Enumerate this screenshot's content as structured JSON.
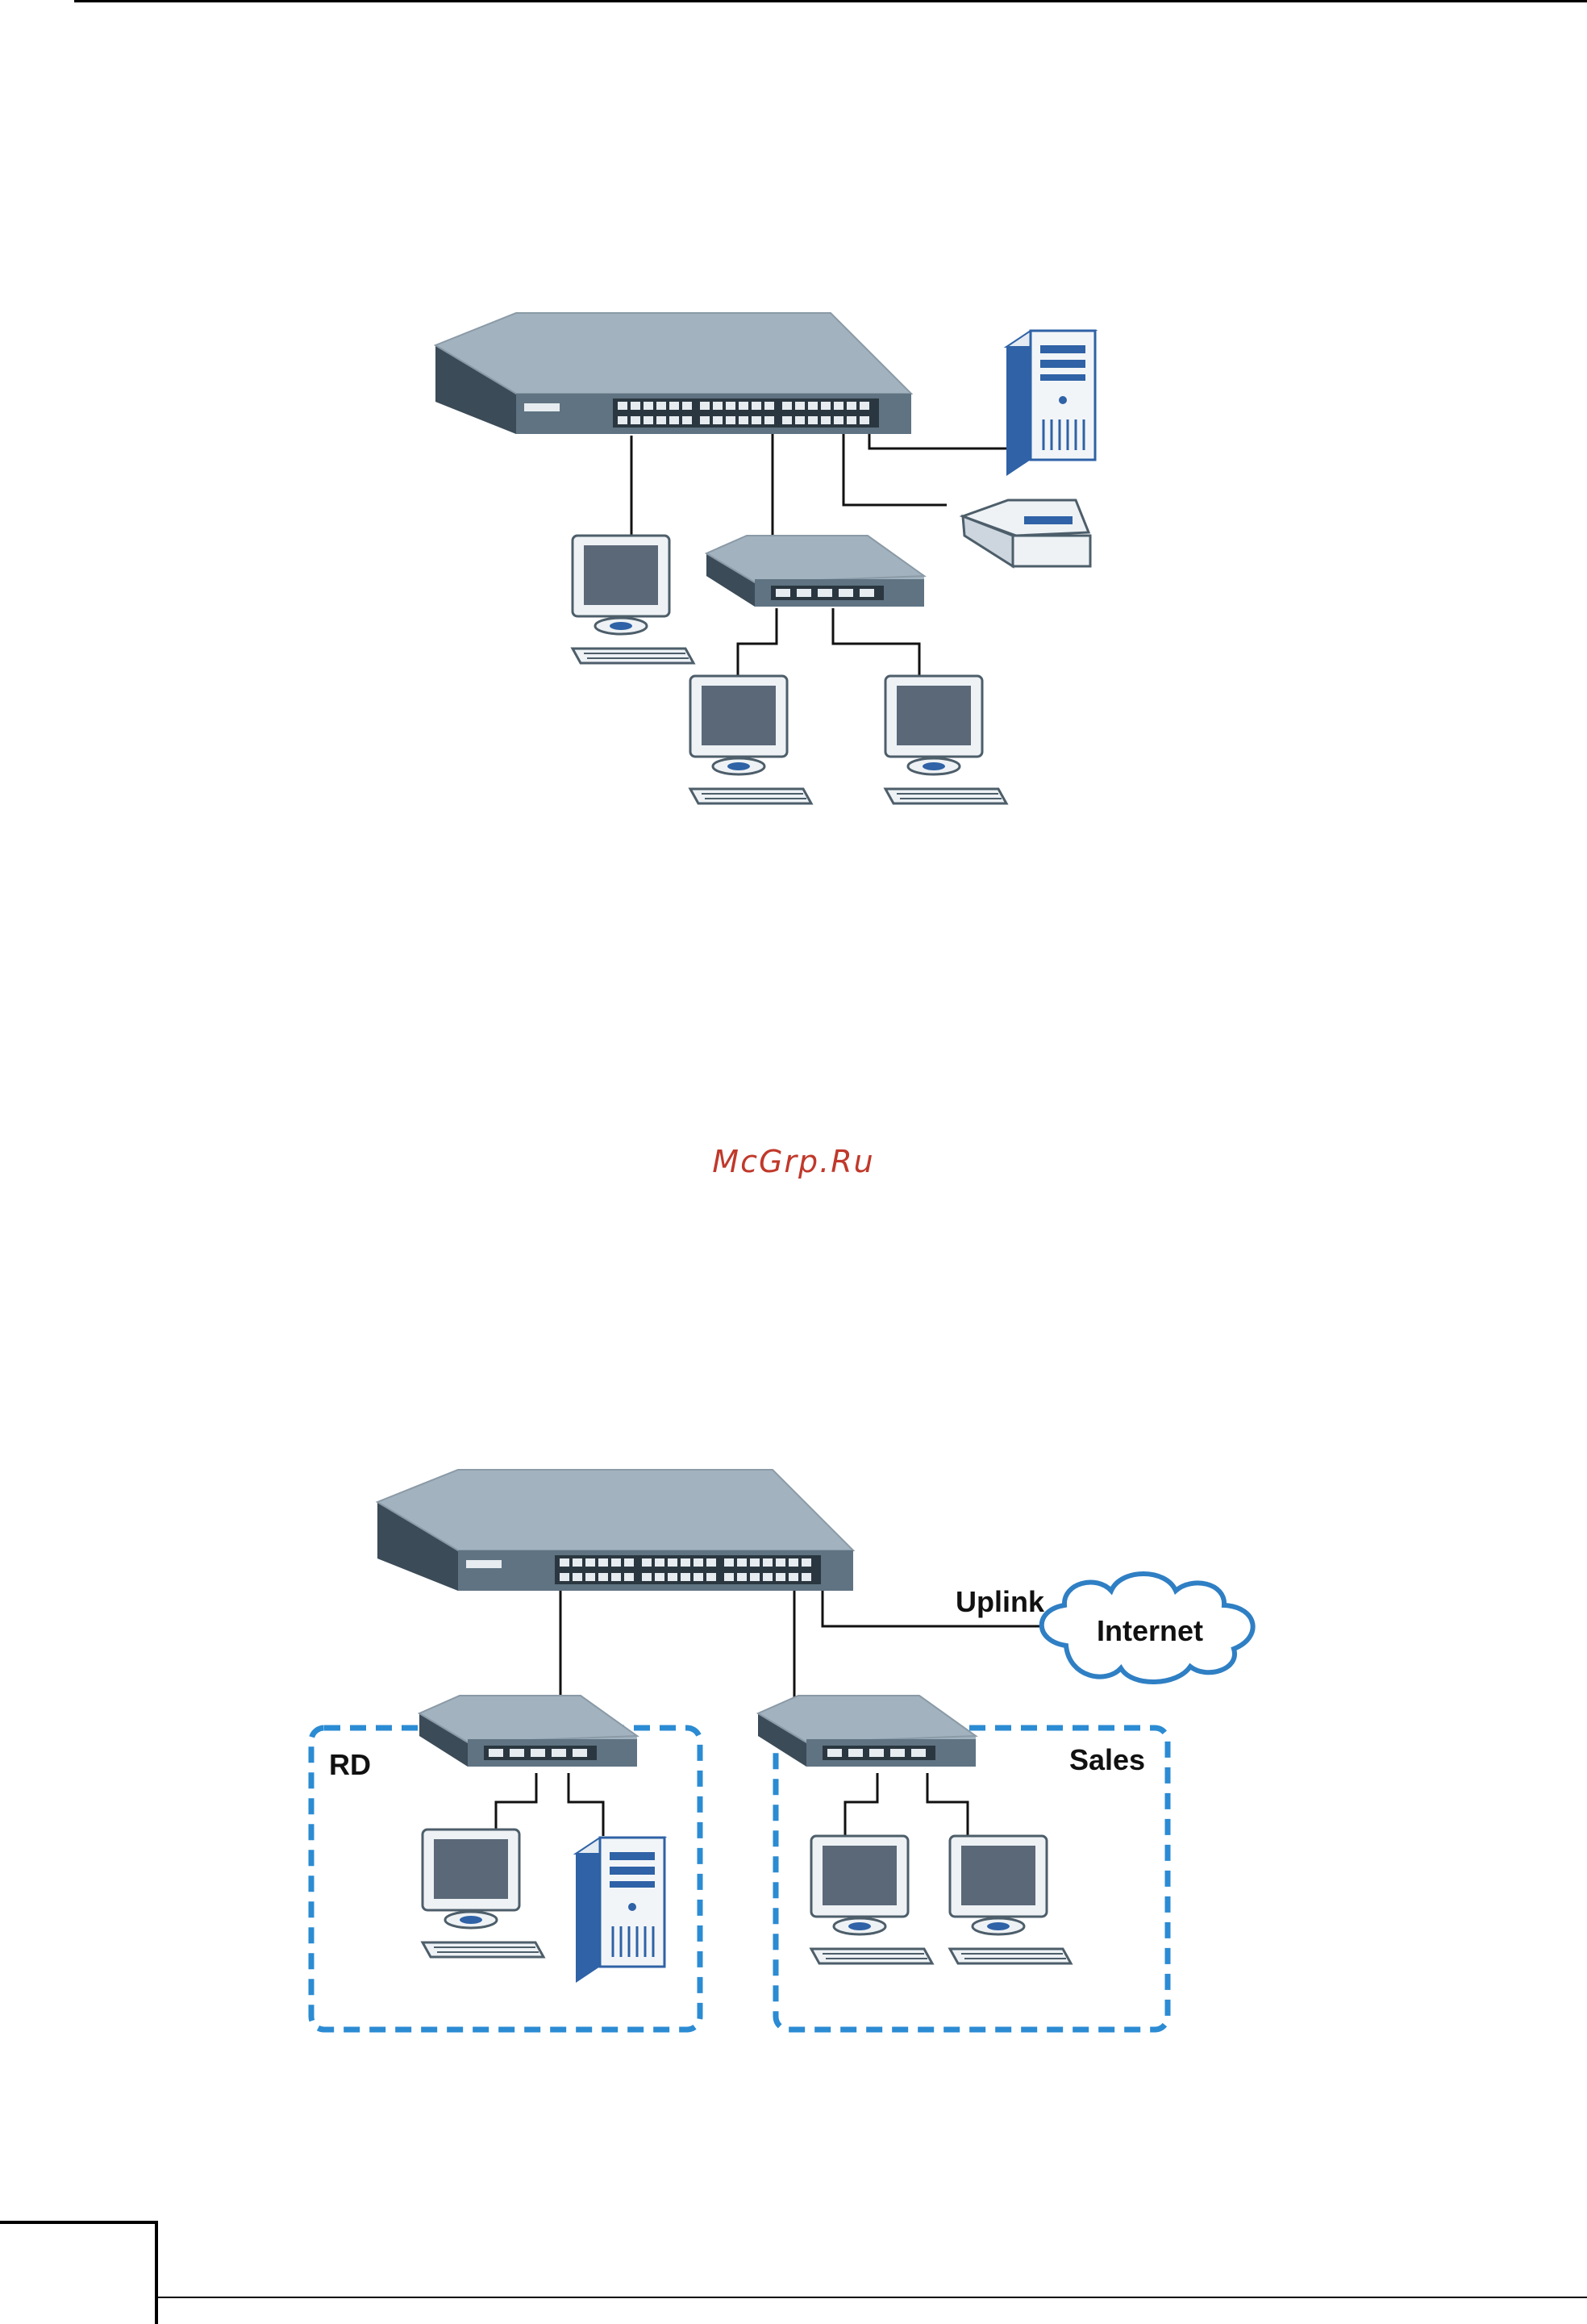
{
  "watermark": "McGrp.Ru",
  "figure2": {
    "uplink_label": "Uplink",
    "internet_label": "Internet",
    "group_rd_label": "RD",
    "group_sales_label": "Sales"
  },
  "colors": {
    "device_face": "#5f7382",
    "device_top": "#a2b3bf",
    "device_side": "#3b4b57",
    "tower_blue": "#2f62a6",
    "vlan_border": "#2b8bd3",
    "cloud_blue": "#2f7fc4"
  }
}
